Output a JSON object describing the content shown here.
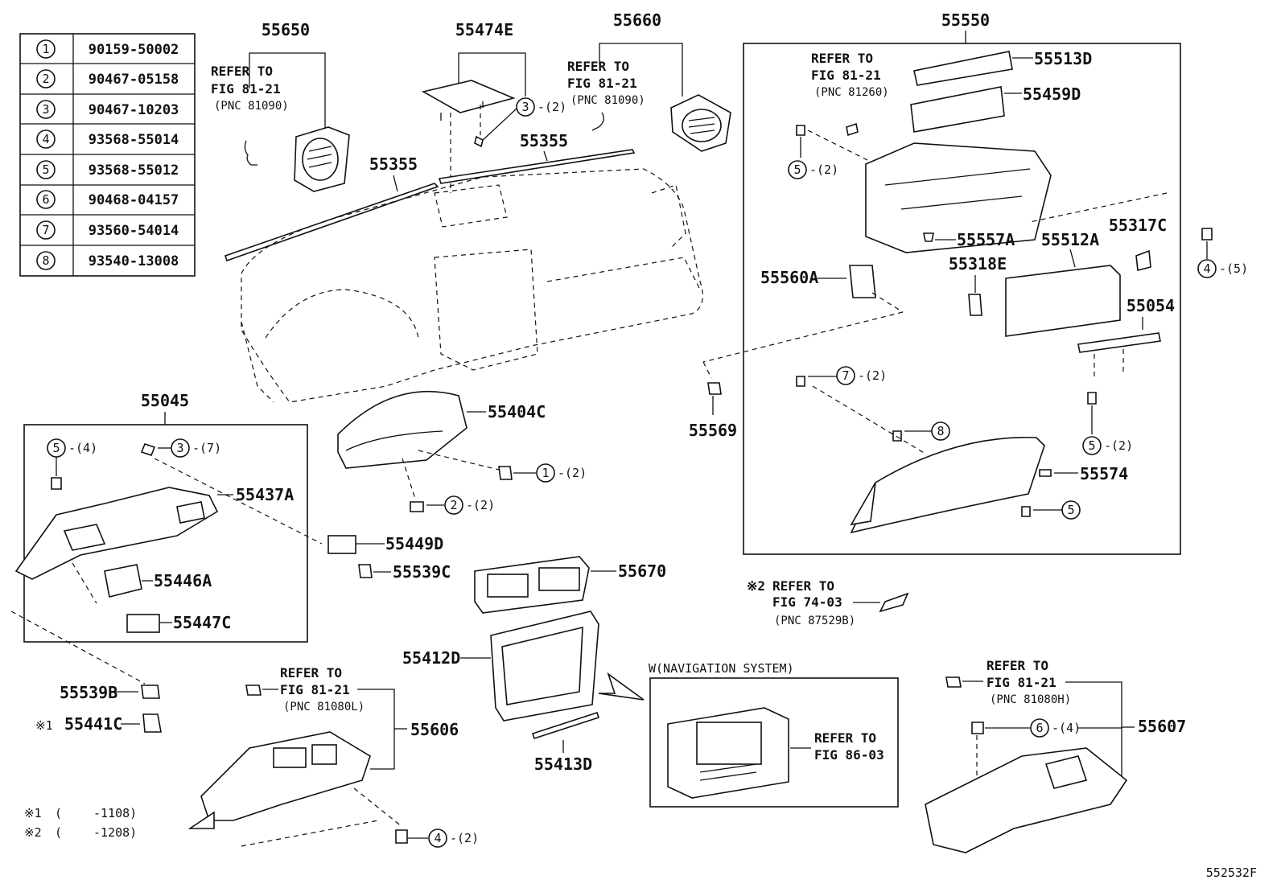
{
  "legend": [
    {
      "num": "1",
      "part": "90159-50002"
    },
    {
      "num": "2",
      "part": "90467-05158"
    },
    {
      "num": "3",
      "part": "90467-10203"
    },
    {
      "num": "4",
      "part": "93568-55014"
    },
    {
      "num": "5",
      "part": "93568-55012"
    },
    {
      "num": "6",
      "part": "90468-04157"
    },
    {
      "num": "7",
      "part": "93560-54014"
    },
    {
      "num": "8",
      "part": "93540-13008"
    }
  ],
  "parts": {
    "p55650": "55650",
    "p55474E": "55474E",
    "p55660": "55660",
    "p55550": "55550",
    "p55355a": "55355",
    "p55355b": "55355",
    "p55513D": "55513D",
    "p55459D": "55459D",
    "p55557A": "55557A",
    "p55512A": "55512A",
    "p55317C": "55317C",
    "p55318E": "55318E",
    "p55560A": "55560A",
    "p55054": "55054",
    "p55569": "55569",
    "p55574": "55574",
    "p55045": "55045",
    "p55404C": "55404C",
    "p55437A": "55437A",
    "p55449D": "55449D",
    "p55446A": "55446A",
    "p55539C": "55539C",
    "p55447C": "55447C",
    "p55670": "55670",
    "p55412D": "55412D",
    "p55413D": "55413D",
    "p55539B": "55539B",
    "p55441C": "55441C",
    "p55606": "55606",
    "p55607": "55607"
  },
  "refs": {
    "r55650": {
      "l1": "REFER TO",
      "l2": "FIG 81-21",
      "l3": "(PNC 81090)"
    },
    "r55660": {
      "l1": "REFER TO",
      "l2": "FIG 81-21",
      "l3": "(PNC 81090)"
    },
    "r55550": {
      "l1": "REFER TO",
      "l2": "FIG 81-21",
      "l3": "(PNC 81260)"
    },
    "r74": {
      "mark": "※2",
      "l1": "REFER TO",
      "l2": "FIG 74-03",
      "l3": "(PNC 87529B)"
    },
    "r55606": {
      "l1": "REFER TO",
      "l2": "FIG 81-21",
      "l3": "(PNC 81080L)"
    },
    "r55607": {
      "l1": "REFER TO",
      "l2": "FIG 81-21",
      "l3": "(PNC 81080H)"
    },
    "rnav": {
      "title": "W(NAVIGATION SYSTEM)",
      "l1": "REFER TO",
      "l2": "FIG 86-03"
    }
  },
  "qty": {
    "q3a": "-(2)",
    "q5a": "-(2)",
    "q4a": "-(5)",
    "q7a": "-(2)",
    "q5b": "-(2)",
    "q5c": "-(4)",
    "q3b": "-(7)",
    "q1a": "-(2)",
    "q2a": "-(2)",
    "q6a": "-(4)",
    "q4b": "-(2)"
  },
  "marks": {
    "m1": "※1",
    "m2": "※2"
  },
  "notes": {
    "n1": {
      "mark": "※1",
      "open": "(",
      "val": "-1108)"
    },
    "n2": {
      "mark": "※2",
      "open": "(",
      "val": "-1208)"
    }
  },
  "diagram_id": "552532F"
}
